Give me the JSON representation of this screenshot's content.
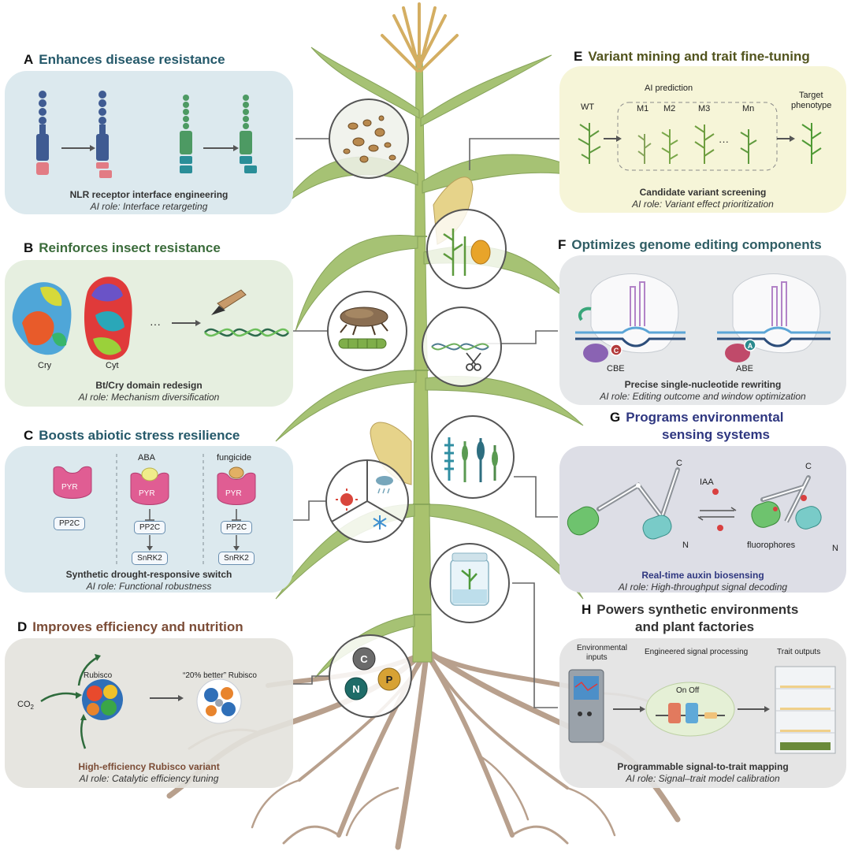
{
  "panels": {
    "A": {
      "letter": "A",
      "title": "Enhances disease resistance",
      "caption": "NLR receptor interface engineering",
      "ai_role": "AI role: Interface retargeting"
    },
    "B": {
      "letter": "B",
      "title": "Reinforces insect resistance",
      "labels": {
        "cry": "Cry",
        "cyt": "Cyt",
        "ellipsis": "···"
      },
      "caption": "Bt/Cry domain redesign",
      "ai_role": "AI role: Mechanism diversification"
    },
    "C": {
      "letter": "C",
      "title": "Boosts abiotic stress resilience",
      "labels": {
        "pyr": "PYR",
        "pp2c": "PP2C",
        "snrk2": "SnRK2",
        "aba": "ABA",
        "fungicide": "fungicide"
      },
      "caption": "Synthetic drought-responsive switch",
      "ai_role": "AI role: Functional robustness"
    },
    "D": {
      "letter": "D",
      "title": "Improves efficiency and nutrition",
      "labels": {
        "co2": "CO",
        "co2_sub": "2",
        "rubisco": "Rubisco",
        "better": "“20% better” Rubisco"
      },
      "caption": "High-efficiency Rubisco variant",
      "ai_role": "AI role: Catalytic efficiency tuning"
    },
    "E": {
      "letter": "E",
      "title": "Variant mining and trait fine-tuning",
      "labels": {
        "ai_prediction": "AI prediction",
        "wt": "WT",
        "m1": "M1",
        "m2": "M2",
        "m3": "M3",
        "mn": "Mn",
        "dots": "···",
        "target1": "Target",
        "target2": "phenotype"
      },
      "caption": "Candidate variant screening",
      "ai_role": "AI role: Variant effect prioritization"
    },
    "F": {
      "letter": "F",
      "title": "Optimizes genome editing components",
      "labels": {
        "cbe": "CBE",
        "abe": "ABE",
        "c": "C",
        "a": "A"
      },
      "caption": "Precise single-nucleotide rewriting",
      "ai_role": "AI role: Editing outcome and window optimization"
    },
    "G": {
      "letter": "G",
      "title_line1": "Programs environmental",
      "title_line2": "sensing systems",
      "labels": {
        "c": "C",
        "n": "N",
        "iaa": "IAA",
        "fluorophores": "fluorophores"
      },
      "caption": "Real-time auxin biosensing",
      "ai_role": "AI role: High-throughput signal decoding"
    },
    "H": {
      "letter": "H",
      "title_line1": "Powers synthetic environments",
      "title_line2": "and plant factories",
      "labels": {
        "env1": "Environmental",
        "env2": "inputs",
        "signal": "Engineered signal processing",
        "trait": "Trait outputs",
        "onoff": "On Off"
      },
      "caption": "Programmable signal-to-trait mapping",
      "ai_role": "AI role: Signal–trait model calibration"
    }
  },
  "nutrients": {
    "c": "C",
    "n": "N",
    "p": "P"
  },
  "colors": {
    "panel_blue": "#dce9ee",
    "panel_green": "#e6efe0",
    "panel_yellow": "#f6f5d8",
    "panel_grey": "#e6e8ea",
    "panel_lavender": "#dddee6",
    "panel_tan": "#e3e2dd",
    "stalk": "#a9c26e",
    "leaf": "#9dba6a",
    "root": "#b69a86",
    "tassel": "#d9b66b"
  }
}
